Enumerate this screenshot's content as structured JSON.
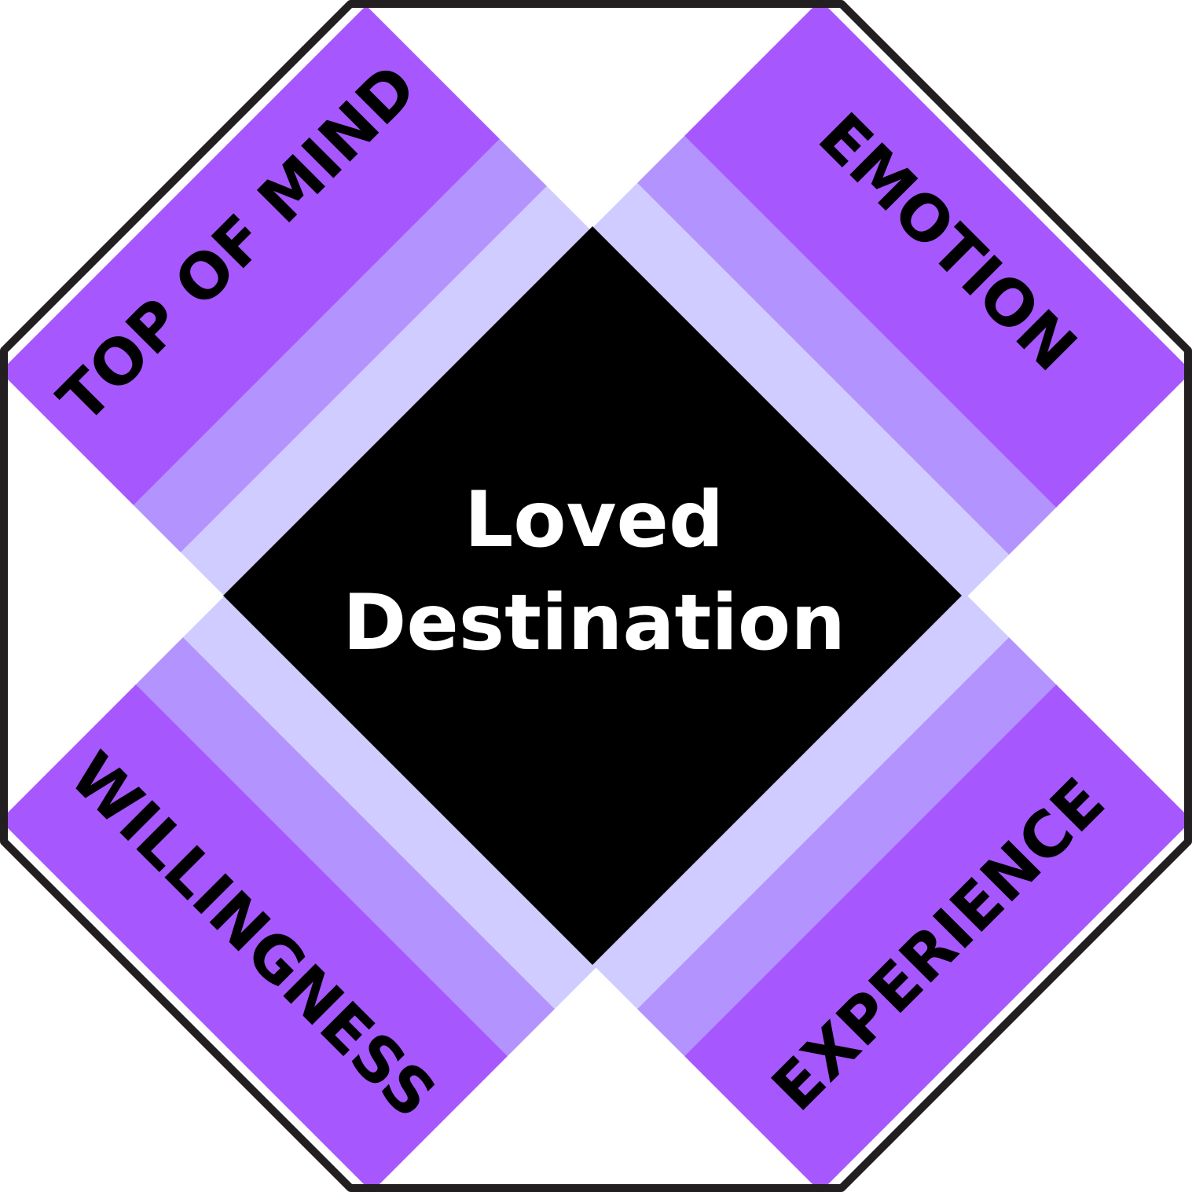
{
  "center": {
    "line1": "Loved",
    "line2": "Destination"
  },
  "quadrants": [
    {
      "id": "top-left",
      "label": "TOP OF MIND"
    },
    {
      "id": "top-right",
      "label": "EMOTION"
    },
    {
      "id": "bottom-left",
      "label": "WILLINGNESS"
    },
    {
      "id": "bottom-right",
      "label": "EXPERIENCE"
    }
  ],
  "colors": {
    "outline": "#231f20",
    "band_dark": "#a657fe",
    "band_mid": "#b393fd",
    "band_light": "#d1ccff",
    "center": "#000000",
    "center_text": "#ffffff",
    "label_text": "#000000"
  }
}
